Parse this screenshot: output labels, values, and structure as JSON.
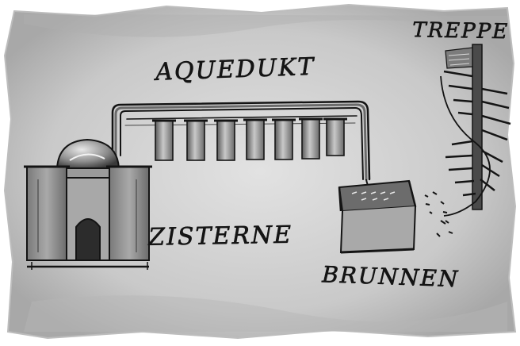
{
  "labels": {
    "aqueduct": "AQUEDUKT",
    "stairs": "TREPPE",
    "cistern": "ZISTERNE",
    "well": "BRUNNEN"
  },
  "colors": {
    "paper": "#ffffff",
    "wash": "#cfcfcf",
    "wash_dark": "#9a9a9a",
    "ink": "#141414",
    "stone_light": "#bdbdbd",
    "stone_dark": "#5c5c5c"
  }
}
